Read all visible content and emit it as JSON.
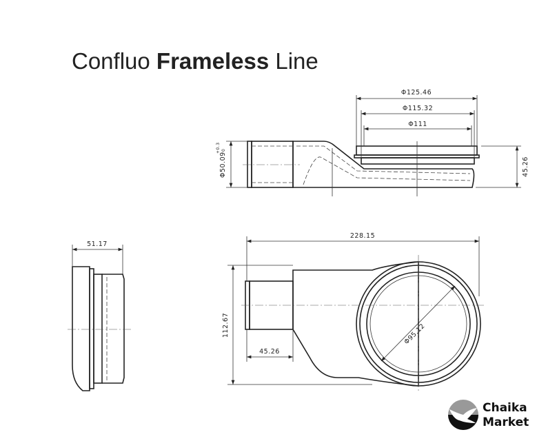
{
  "title": {
    "regular_1": "Confluo ",
    "bold": "Frameless",
    "regular_2": " Line"
  },
  "dimensions": {
    "side_outer_diameter": "Φ125.46",
    "side_mid_diameter": "Φ115.32",
    "side_inner_diameter": "Φ111",
    "side_height": "45.26",
    "pipe_diameter": "Φ50.09",
    "pipe_tolerance_upper": "+0.3",
    "pipe_tolerance_lower": "0",
    "plan_length": "228.15",
    "plan_width": "112.67",
    "plan_pipe_length": "45.26",
    "plan_circle_diameter": "Φ95.12",
    "end_width": "51.17"
  },
  "logo": {
    "line1": "Chaika",
    "line2": "Market"
  }
}
